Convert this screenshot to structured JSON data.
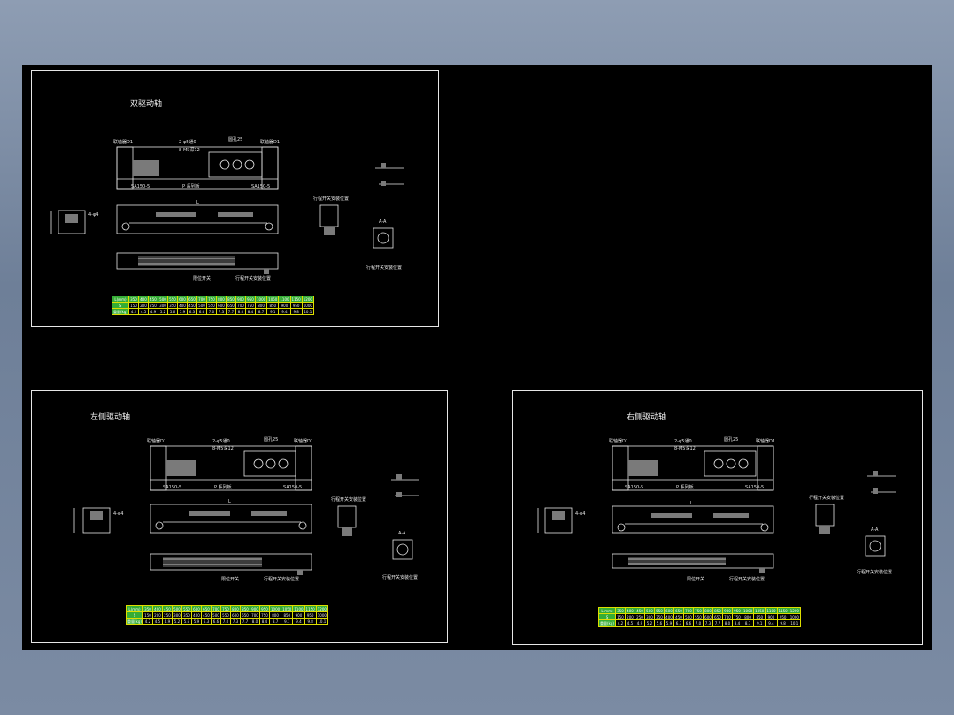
{
  "sheets": [
    {
      "id": "a",
      "title": "双驱动轴",
      "labels": {
        "coupler_left": "联轴器D1",
        "coupler_right": "联轴器D1",
        "holes1": "2-φ5通0",
        "holes2": "8-M5深12",
        "dim_top": "圆孔25",
        "mount_left": "SA150-5",
        "mount_mid": "P 系列板",
        "mount_right": "SA150-5",
        "length": "L",
        "section": "A-A",
        "limit": "限位开关",
        "sensor": "行程开关安装位置",
        "hole_label": "4-φ4"
      },
      "table": {
        "rows": [
          [
            "L(mm)",
            "350",
            "400",
            "450",
            "500",
            "550",
            "600",
            "650",
            "700",
            "750",
            "800",
            "850",
            "900",
            "950",
            "1000",
            "1050",
            "1100",
            "1150",
            "1200"
          ],
          [
            "S",
            "150",
            "200",
            "250",
            "300",
            "350",
            "400",
            "450",
            "500",
            "550",
            "600",
            "650",
            "700",
            "750",
            "800",
            "850",
            "900",
            "950",
            "1000"
          ],
          [
            "重量(kg)",
            "4.2",
            "4.5",
            "4.9",
            "5.2",
            "5.6",
            "5.9",
            "6.3",
            "6.6",
            "7.0",
            "7.3",
            "7.7",
            "8.0",
            "8.4",
            "8.7",
            "9.1",
            "9.4",
            "9.8",
            "10.1"
          ]
        ]
      }
    },
    {
      "id": "b",
      "title": "左侧驱动轴",
      "labels": {
        "coupler_left": "联轴器D1",
        "coupler_right": "联轴器D1",
        "holes1": "2-φ5通0",
        "holes2": "8-M5深12",
        "dim_top": "圆孔25",
        "mount_left": "SA150-5",
        "mount_mid": "P 系列板",
        "mount_right": "SA150-5",
        "length": "L",
        "section": "A-A",
        "limit": "限位开关",
        "sensor": "行程开关安装位置",
        "hole_label": "4-φ4"
      },
      "table": {
        "rows": [
          [
            "L(mm)",
            "350",
            "400",
            "450",
            "500",
            "550",
            "600",
            "650",
            "700",
            "750",
            "800",
            "850",
            "900",
            "950",
            "1000",
            "1050",
            "1100",
            "1150",
            "1200"
          ],
          [
            "S",
            "150",
            "200",
            "250",
            "300",
            "350",
            "400",
            "450",
            "500",
            "550",
            "600",
            "650",
            "700",
            "750",
            "800",
            "850",
            "900",
            "950",
            "1000"
          ],
          [
            "重量(kg)",
            "4.2",
            "4.5",
            "4.9",
            "5.2",
            "5.6",
            "5.9",
            "6.3",
            "6.6",
            "7.0",
            "7.3",
            "7.7",
            "8.0",
            "8.4",
            "8.7",
            "9.1",
            "9.4",
            "9.8",
            "10.1"
          ]
        ]
      }
    },
    {
      "id": "c",
      "title": "右侧驱动轴",
      "labels": {
        "coupler_left": "联轴器D1",
        "coupler_right": "联轴器D1",
        "holes1": "2-φ5通0",
        "holes2": "8-M5深12",
        "dim_top": "圆孔25",
        "mount_left": "SA150-5",
        "mount_mid": "P 系列板",
        "mount_right": "SA150-5",
        "length": "L",
        "section": "A-A",
        "limit": "限位开关",
        "sensor": "行程开关安装位置",
        "hole_label": "4-φ4"
      },
      "table": {
        "rows": [
          [
            "L(mm)",
            "350",
            "400",
            "450",
            "500",
            "550",
            "600",
            "650",
            "700",
            "750",
            "800",
            "850",
            "900",
            "950",
            "1000",
            "1050",
            "1100",
            "1150",
            "1200"
          ],
          [
            "S",
            "150",
            "200",
            "250",
            "300",
            "350",
            "400",
            "450",
            "500",
            "550",
            "600",
            "650",
            "700",
            "750",
            "800",
            "850",
            "900",
            "950",
            "1000"
          ],
          [
            "重量(kg)",
            "4.2",
            "4.5",
            "4.9",
            "5.2",
            "5.6",
            "5.9",
            "6.3",
            "6.6",
            "7.0",
            "7.3",
            "7.7",
            "8.0",
            "8.4",
            "8.7",
            "9.1",
            "9.4",
            "9.8",
            "10.1"
          ]
        ]
      }
    }
  ]
}
